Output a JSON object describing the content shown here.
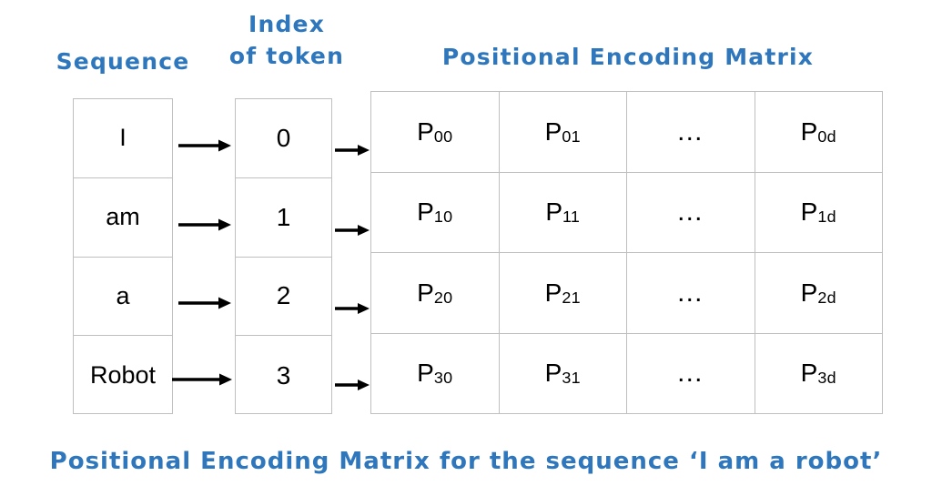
{
  "headings": {
    "sequence": "Sequence",
    "index": "Index\nof token",
    "index_line1": "Index",
    "index_line2": "of token",
    "matrix": "Positional Encoding Matrix"
  },
  "caption": "Positional Encoding Matrix for the sequence ‘I am a robot’",
  "colors": {
    "heading_blue": "#2f77bc",
    "cell_border": "#bfbfbf",
    "text_black": "#000000",
    "background": "#ffffff",
    "arrow": "#000000"
  },
  "sequence_column": {
    "label": "Sequence",
    "tokens": [
      "I",
      "am",
      "a",
      "Robot"
    ]
  },
  "index_column": {
    "label": "Index of token",
    "indices": [
      "0",
      "1",
      "2",
      "3"
    ]
  },
  "matrix": {
    "label": "Positional Encoding Matrix",
    "columns": 4,
    "rows": 4,
    "cells": [
      [
        {
          "base": "P",
          "sub": "00"
        },
        {
          "base": "P",
          "sub": "01"
        },
        {
          "ellipsis": "…"
        },
        {
          "base": "P",
          "sub": "0d"
        }
      ],
      [
        {
          "base": "P",
          "sub": "10"
        },
        {
          "base": "P",
          "sub": "11"
        },
        {
          "ellipsis": "…"
        },
        {
          "base": "P",
          "sub": "1d"
        }
      ],
      [
        {
          "base": "P",
          "sub": "20"
        },
        {
          "base": "P",
          "sub": "21"
        },
        {
          "ellipsis": "…"
        },
        {
          "base": "P",
          "sub": "2d"
        }
      ],
      [
        {
          "base": "P",
          "sub": "30"
        },
        {
          "base": "P",
          "sub": "31"
        },
        {
          "ellipsis": "…"
        },
        {
          "base": "P",
          "sub": "3d"
        }
      ]
    ]
  },
  "arrows": {
    "seq_to_index_count": 4,
    "index_to_matrix_count": 4,
    "glyph": "right-arrow"
  }
}
